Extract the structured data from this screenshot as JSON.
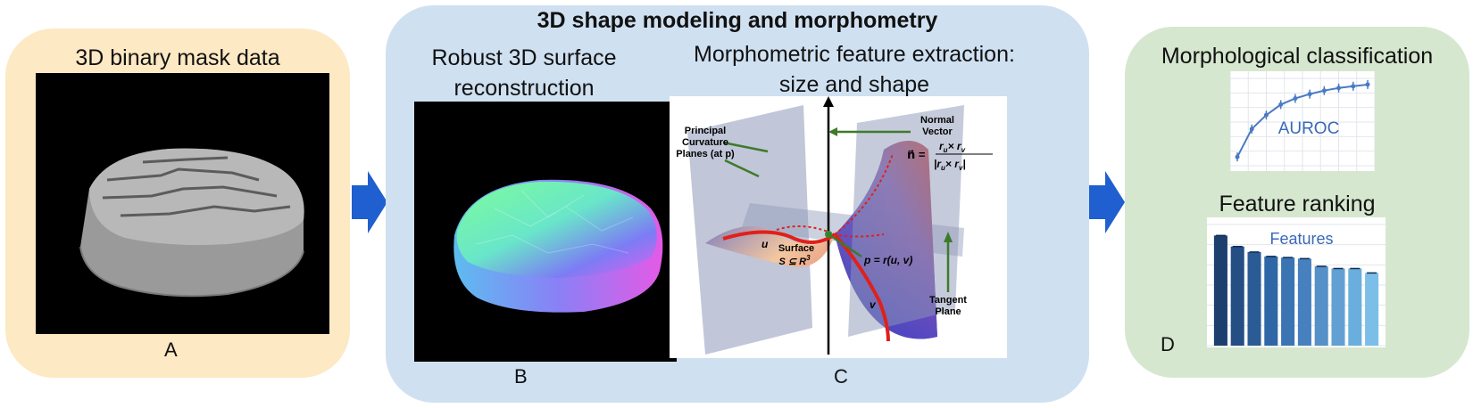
{
  "panel_a": {
    "title": "3D binary mask data",
    "letter": "A"
  },
  "panel_bc": {
    "title": "3D shape modeling and morphometry",
    "b_title_line1": "Robust 3D surface",
    "b_title_line2": "reconstruction",
    "b_letter": "B",
    "c_title_line1": "Morphometric feature extraction:",
    "c_title_line2": "size and shape",
    "c_letter": "C",
    "diagram": {
      "principal_line1": "Principal",
      "principal_line2": "Curvature",
      "principal_line3": "Planes (at p)",
      "normal_line1": "Normal",
      "normal_line2": "Vector",
      "normal_formula_lhs": "n⃗ =",
      "normal_formula_num": "r",
      "normal_formula_num_sub1": "u",
      "normal_formula_times": "× r",
      "normal_formula_num_sub2": "v",
      "normal_formula_den": "|r",
      "normal_formula_den_sub1": "u",
      "normal_formula_den_times": "× r",
      "normal_formula_den_sub2": "v",
      "normal_formula_den_end": "|",
      "u_label": "u",
      "v_label": "v",
      "surface_line1": "Surface",
      "surface_line2": "S ⊆ R",
      "surface_sup": "3",
      "point_label": "p = r(u, v)",
      "tangent_line1": "Tangent",
      "tangent_line2": "Plane"
    }
  },
  "panel_d": {
    "title": "Morphological classification",
    "auroc_label": "AUROC",
    "ranking_title": "Feature ranking",
    "features_label": "Features",
    "letter": "D"
  },
  "colors": {
    "panel_a_bg": "#fde9c4",
    "panel_bc_bg": "#cfe0f1",
    "panel_d_bg": "#d6e7cf",
    "arrow": "#1f5fcf",
    "accent_line": "#4a7ac4"
  },
  "chart_data": [
    {
      "type": "line",
      "title": "AUROC",
      "x": [
        1,
        2,
        3,
        4,
        5,
        6,
        7,
        8,
        9,
        10
      ],
      "y": [
        0.1,
        0.42,
        0.58,
        0.7,
        0.77,
        0.82,
        0.86,
        0.89,
        0.91,
        0.93
      ],
      "ylim": [
        0,
        1
      ],
      "grid": true
    },
    {
      "type": "bar",
      "title": "Features",
      "values": [
        1.0,
        0.9,
        0.85,
        0.81,
        0.8,
        0.79,
        0.72,
        0.7,
        0.7,
        0.66
      ],
      "colors": [
        "#1c3f6e",
        "#244e84",
        "#2a5b95",
        "#2f67a6",
        "#3a74b3",
        "#4680be",
        "#5590c7",
        "#62a0d3",
        "#6aaedd",
        "#7bbfe8"
      ],
      "ylim": [
        0,
        1.1
      ],
      "grid": true
    }
  ]
}
